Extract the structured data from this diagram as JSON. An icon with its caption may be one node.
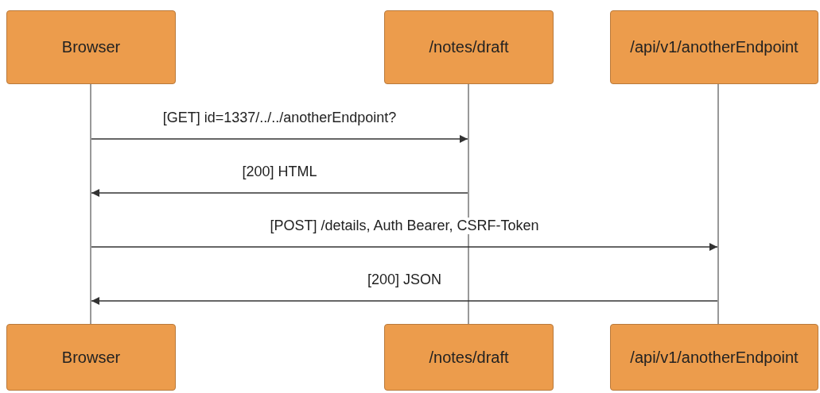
{
  "diagram": {
    "nodes": [
      {
        "text": [
          "Browser"
        ]
      },
      {
        "text": [
          "/notes/draft"
        ]
      },
      {
        "text": [
          "/api/v1/anotherEndpoint"
        ]
      },
      {
        "text": [
          "Browser"
        ]
      },
      {
        "text": [
          "/notes/draft"
        ]
      },
      {
        "text": [
          "/api/v1/anotherEndpoint"
        ]
      },
      {
        "text": [],
        "shape": "line"
      },
      {
        "text": [],
        "shape": "line"
      },
      {
        "text": [],
        "shape": "line"
      }
    ],
    "edges": [
      {
        "from": 6,
        "to": 7,
        "arrow": "to",
        "label": "[GET] id=1337/../../anotherEndpoint?"
      },
      {
        "from": 7,
        "to": 6,
        "arrow": "to",
        "label": "[200] HTML"
      },
      {
        "from": 6,
        "to": 8,
        "arrow": "to",
        "label": "[POST] /details, Auth Bearer, CSRF-Token"
      },
      {
        "from": 8,
        "to": 6,
        "arrow": "to",
        "label": "[200] JSON"
      }
    ]
  }
}
